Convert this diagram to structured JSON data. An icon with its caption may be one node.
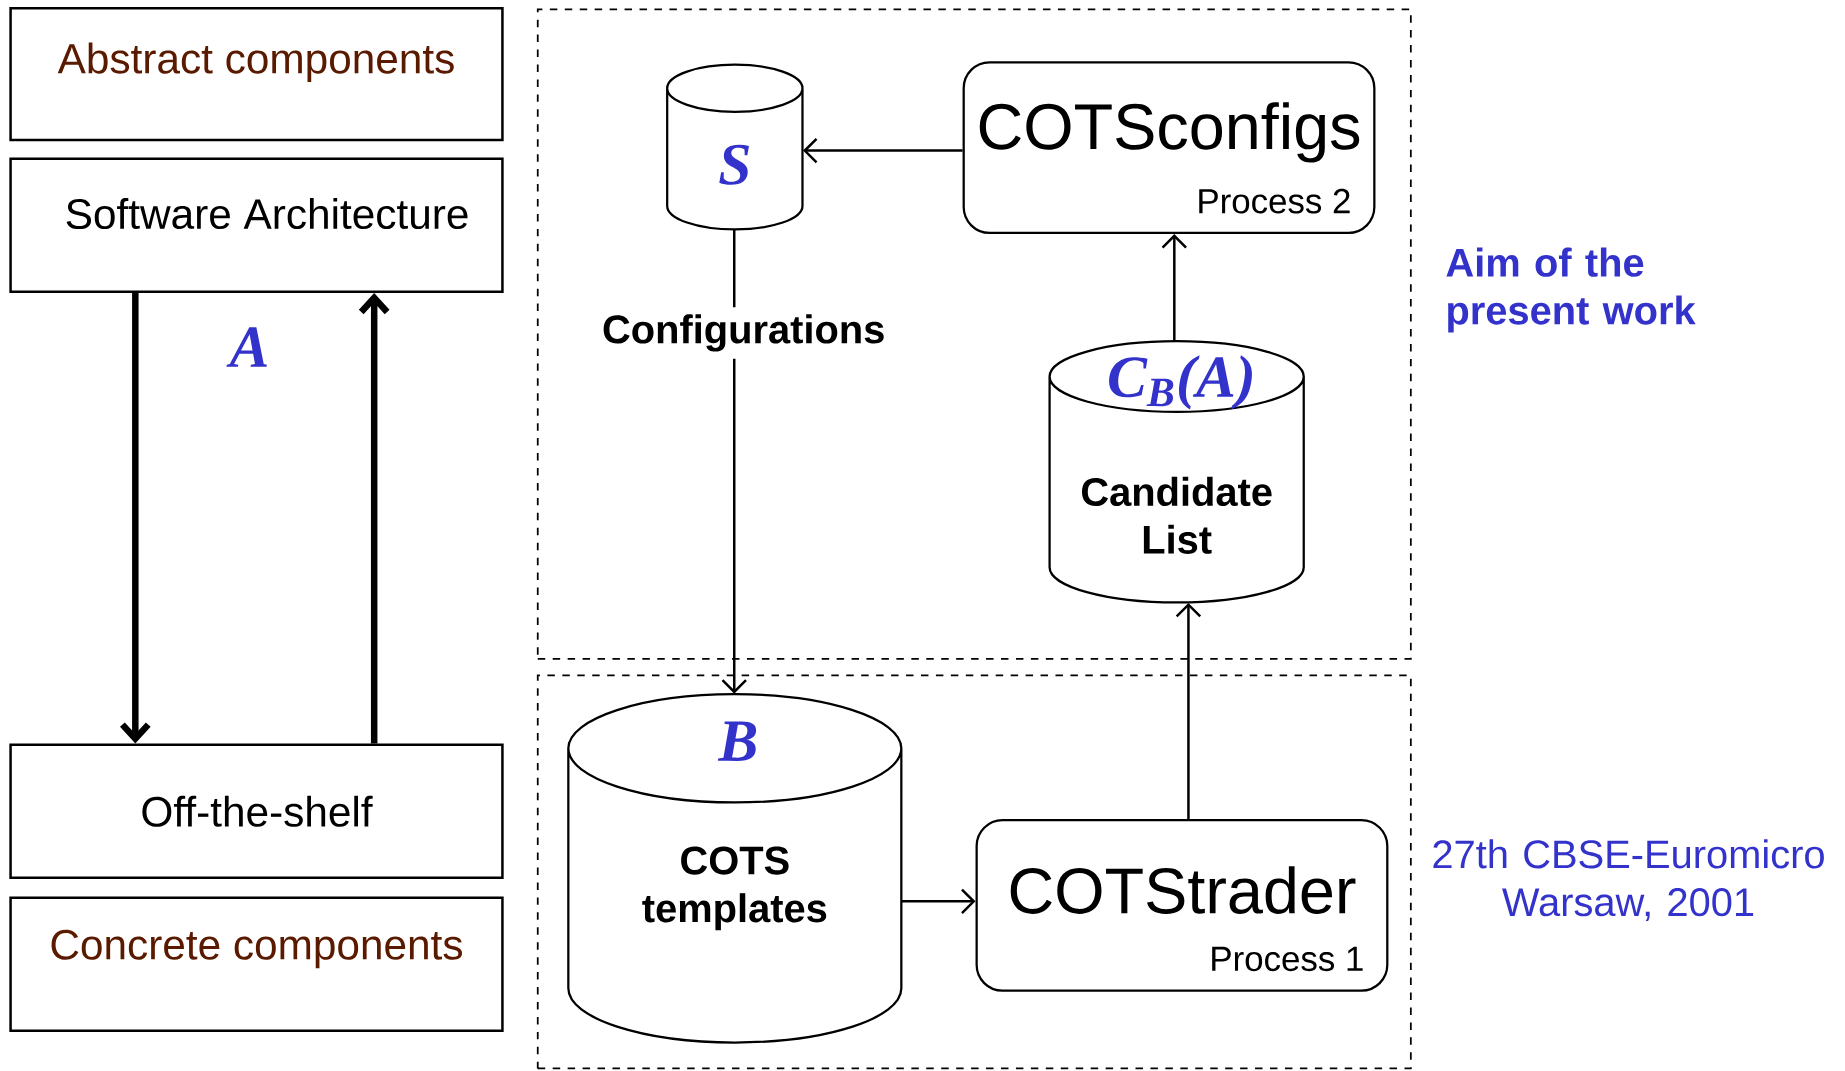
{
  "diagram": {
    "nodes": [
      {
        "text": [
          "Abstract components"
        ]
      },
      {
        "text": [
          "Software Architecture"
        ]
      },
      {
        "text": [
          "Off-the-shelf"
        ]
      },
      {
        "text": [
          "Concrete components"
        ]
      },
      {
        "text": [],
        "shape": "box",
        "beside": [
          "Aim of the present work"
        ]
      },
      {
        "text": [
          "S"
        ],
        "in": 4
      },
      {
        "text": [
          "COTSconfigs",
          "Process 2"
        ],
        "in": 4
      },
      {
        "text": [
          "C$_{B}$(A)",
          "Candidate List"
        ],
        "in": 4
      },
      {
        "text": [],
        "shape": "box"
      },
      {
        "text": [
          "B",
          "COTS templates"
        ],
        "in": 8
      },
      {
        "text": [
          "COTStrader",
          "Process 1"
        ],
        "in": 8
      }
    ],
    "edges": [
      {
        "from": 1,
        "to": 2,
        "arrow": "to",
        "style": "thick"
      },
      {
        "from": 2,
        "to": 1,
        "arrow": "to",
        "style": "thick"
      },
      {
        "from": 6,
        "to": 5,
        "arrow": "to"
      },
      {
        "from": 5,
        "to": 9,
        "arrow": "to",
        "label": "Configurations"
      },
      {
        "from": 7,
        "to": 6,
        "arrow": "to"
      },
      {
        "from": 9,
        "to": 10,
        "arrow": "to"
      },
      {
        "from": 10,
        "to": 7,
        "arrow": "to"
      }
    ],
    "labels": [
      "A",
      "27th CBSE-Euromicro Warsaw, 2001"
    ]
  }
}
